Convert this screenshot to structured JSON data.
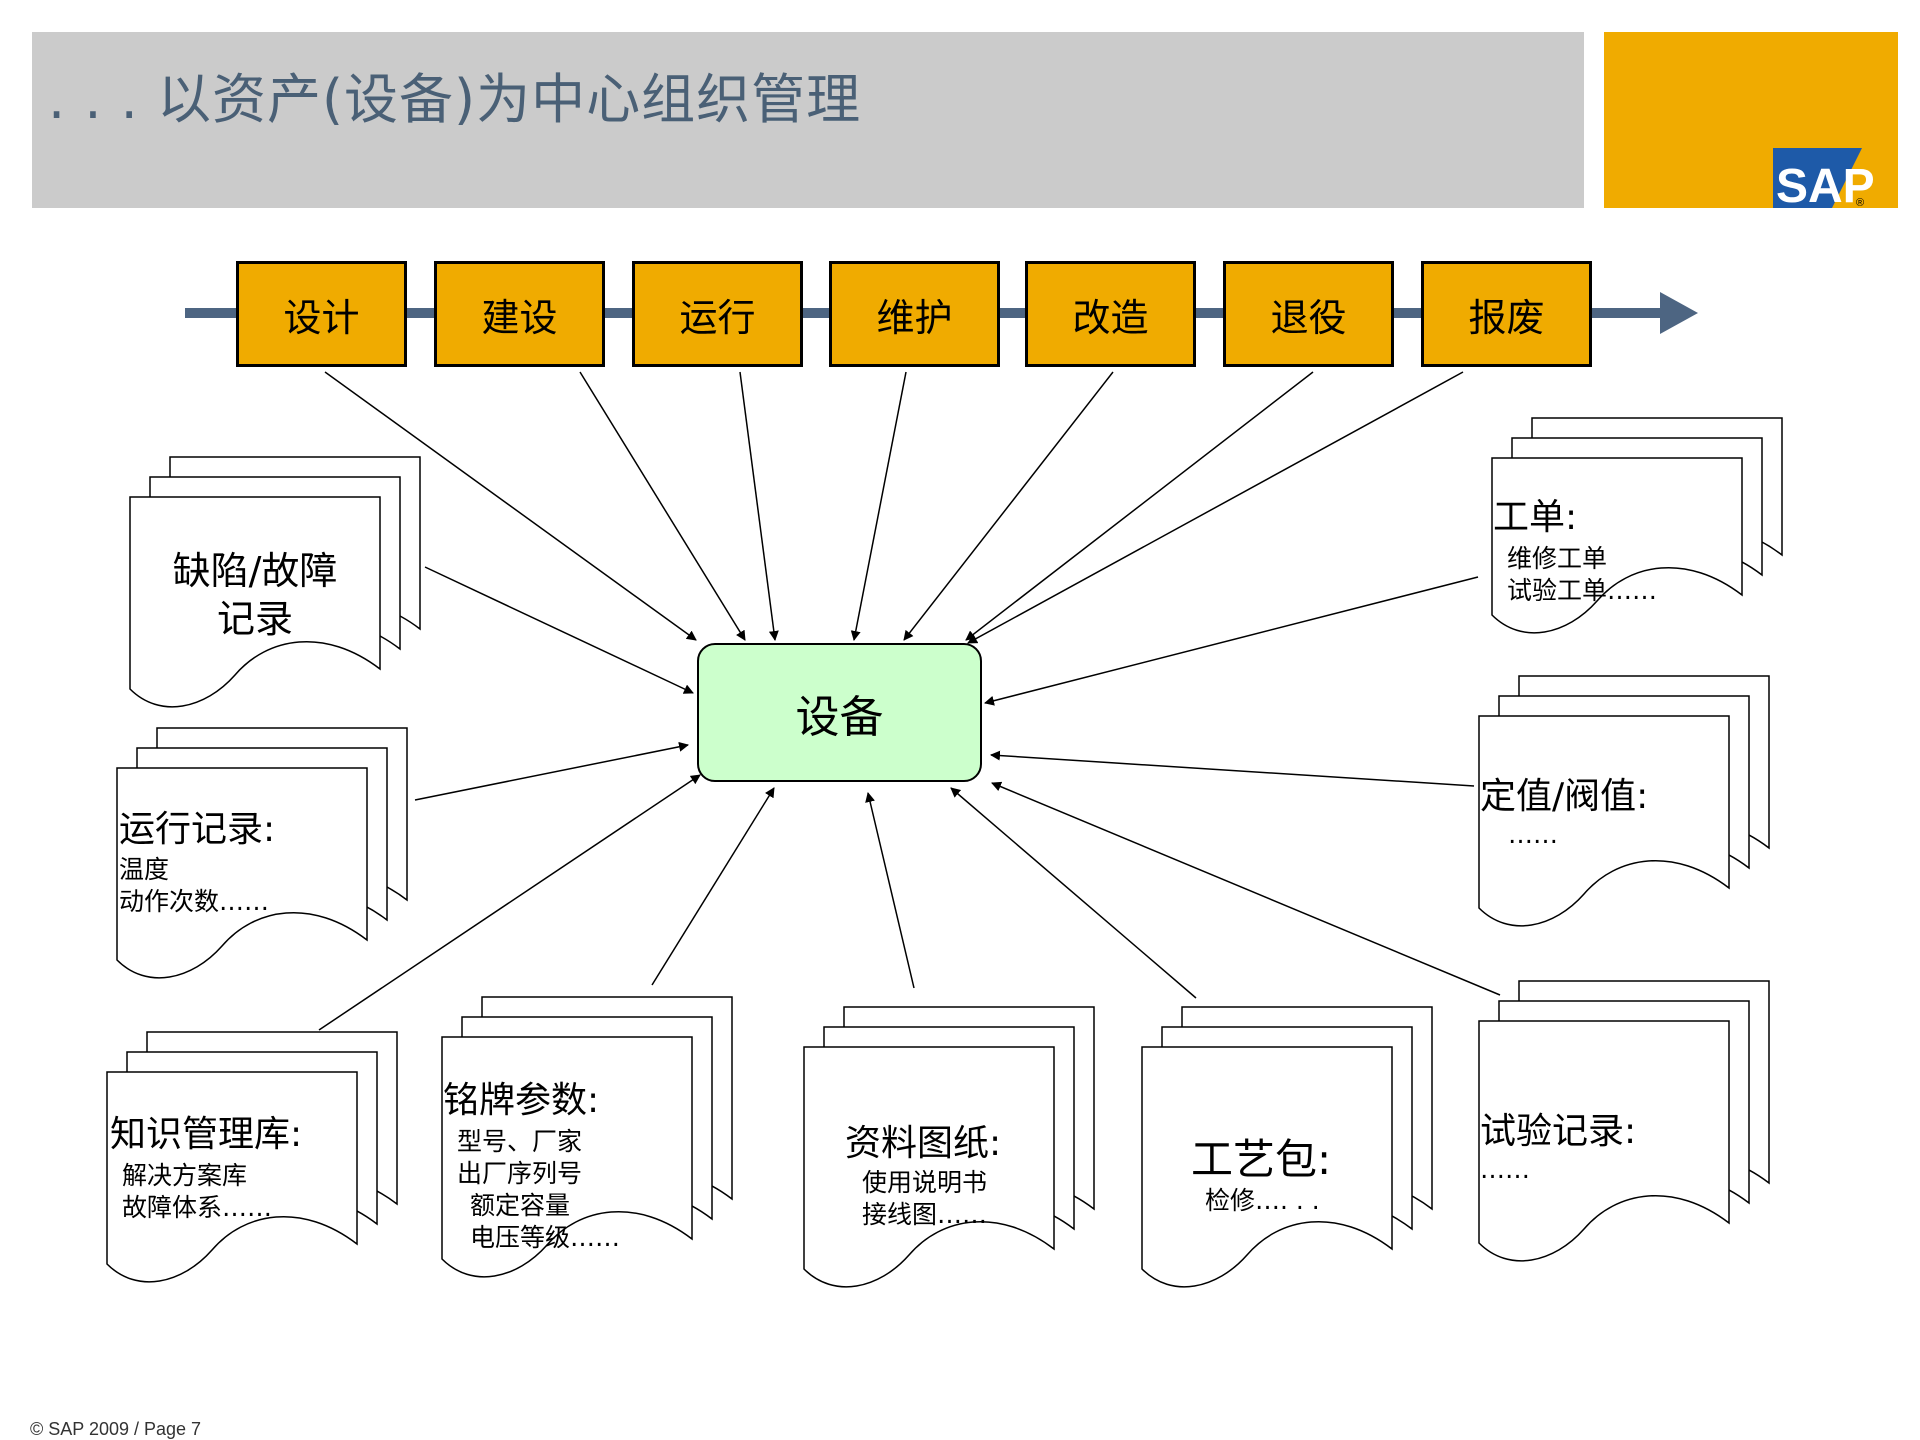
{
  "title": ". . . 以资产(设备)为中心组织管理",
  "logo": {
    "text": "SAP",
    "mark": "®"
  },
  "lifecycle": [
    "设计",
    "建设",
    "运行",
    "维护",
    "改造",
    "退役",
    "报废"
  ],
  "center": "设备",
  "docs": {
    "defects": {
      "title": "缺陷/故障\n记录"
    },
    "operation": {
      "title": "运行记录:",
      "lines": [
        "温度",
        "动作次数……"
      ]
    },
    "knowledge": {
      "title": "知识管理库:",
      "lines": [
        "解决方案库",
        "故障体系……"
      ]
    },
    "nameplate": {
      "title": "铭牌参数:",
      "lines": [
        "型号、厂家",
        "出厂序列号",
        "额定容量",
        "电压等级……"
      ]
    },
    "drawings": {
      "title": "资料图纸:",
      "lines": [
        "使用说明书",
        "接线图……"
      ]
    },
    "process": {
      "title": "工艺包:",
      "lines": [
        "检修…. . ."
      ]
    },
    "tests": {
      "title": "试验记录:",
      "lines": [
        "……"
      ]
    },
    "settings": {
      "title": "定值/阀值:",
      "lines": [
        "……"
      ]
    },
    "workorders": {
      "title": "工单:",
      "lines": [
        "维修工单",
        "试验工单……"
      ]
    }
  },
  "footer": "© SAP 2009 / Page 7"
}
